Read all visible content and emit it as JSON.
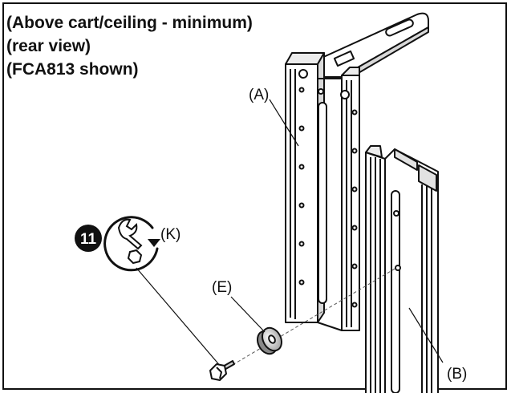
{
  "caption": {
    "line1": "(Above cart/ceiling - minimum)",
    "line2": "(rear view)",
    "line3": "(FCA813 shown)"
  },
  "labels": {
    "a": "(A)",
    "b": "(B)",
    "e": "(E)",
    "k": "(K)"
  },
  "step": {
    "number": "11"
  },
  "icons": {
    "step_badge": "step-number-badge-icon",
    "wrench": "wrench-rotate-icon",
    "bolt": "hex-bolt-icon",
    "washer": "washer-icon"
  },
  "colors": {
    "line": "#111111",
    "fill": "#ffffff",
    "shade": "#c8c8c8"
  }
}
